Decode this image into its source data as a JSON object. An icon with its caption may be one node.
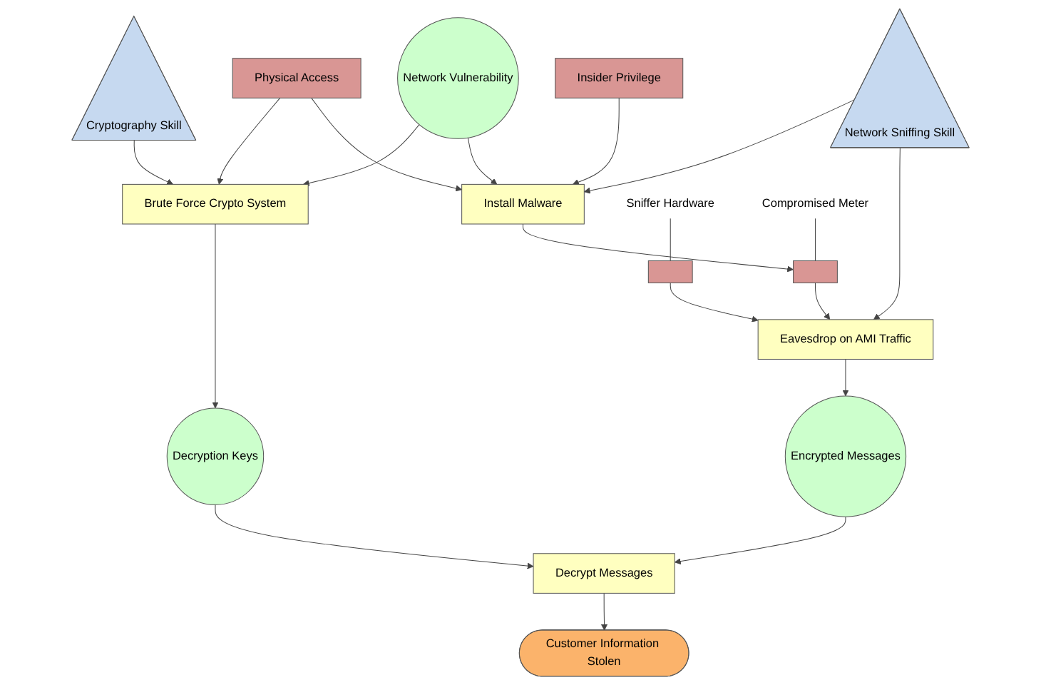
{
  "diagram": {
    "nodes": [
      {
        "text": [
          "Cryptography Skill"
        ]
      },
      {
        "text": [
          "Physical Access"
        ]
      },
      {
        "text": [
          "Insider Privilege"
        ]
      },
      {
        "text": [
          "Network Vulnerability"
        ]
      },
      {
        "text": [
          "Network Sniffing Skill"
        ]
      },
      {
        "text": [
          "Brute Force Crypto System"
        ]
      },
      {
        "text": [
          "Install Malware"
        ]
      },
      {
        "text": [
          "Decryption Keys"
        ]
      },
      {
        "text": [
          "Sniffer Hardware"
        ]
      },
      {
        "text": [
          "Compromised Meter"
        ]
      },
      {
        "text": [],
        "shape": "box"
      },
      {
        "text": [],
        "shape": "box"
      },
      {
        "text": [
          "Eavesdrop on AMI Traffic"
        ]
      },
      {
        "text": [
          "Encrypted Messages"
        ]
      },
      {
        "text": [
          "Decrypt Messages"
        ]
      },
      {
        "text": [
          "Customer Information Stolen"
        ]
      }
    ],
    "edges": [
      {
        "from": 0,
        "to": 5,
        "arrow": "to"
      },
      {
        "from": 1,
        "to": 5,
        "arrow": "to"
      },
      {
        "from": 1,
        "to": 6,
        "arrow": "to"
      },
      {
        "from": 2,
        "to": 6,
        "arrow": "to"
      },
      {
        "from": 3,
        "to": 5,
        "arrow": "to"
      },
      {
        "from": 3,
        "to": 6,
        "arrow": "to"
      },
      {
        "from": 4,
        "to": 6,
        "arrow": "to"
      },
      {
        "from": 4,
        "to": 12,
        "arrow": "to"
      },
      {
        "from": 5,
        "to": 7,
        "arrow": "to"
      },
      {
        "from": 6,
        "to": 11,
        "arrow": "to"
      },
      {
        "from": 8,
        "to": 10,
        "arrow": "none"
      },
      {
        "from": 9,
        "to": 11,
        "arrow": "none"
      },
      {
        "from": 10,
        "to": 12,
        "arrow": "to"
      },
      {
        "from": 11,
        "to": 12,
        "arrow": "to"
      },
      {
        "from": 12,
        "to": 13,
        "arrow": "to"
      },
      {
        "from": 7,
        "to": 14,
        "arrow": "to"
      },
      {
        "from": 13,
        "to": 14,
        "arrow": "to"
      },
      {
        "from": 14,
        "to": 15,
        "arrow": "to"
      }
    ]
  }
}
